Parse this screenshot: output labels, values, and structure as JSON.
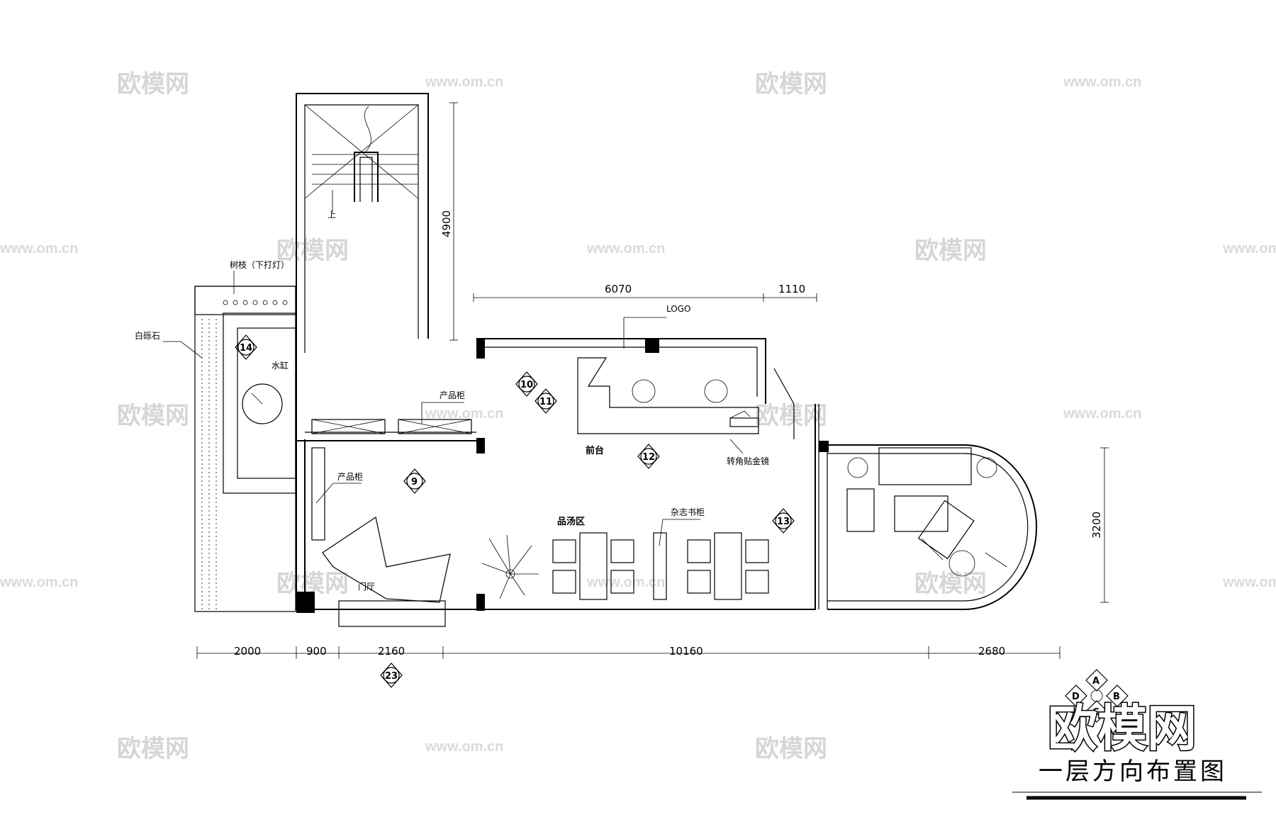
{
  "watermarks": {
    "brand": "欧模网",
    "url": "www.om.cn"
  },
  "title": "一层方向布置图",
  "brand_logo": "欧模网",
  "compass": {
    "north": "A",
    "east": "B",
    "south": "C",
    "west": "D"
  },
  "labels": {
    "stair_up": "上",
    "branch_light": "树枝（下打灯）",
    "white_gravel": "白砾石",
    "water_tank": "水缸",
    "logo": "LOGO",
    "product_cabinet_top": "产品柜",
    "product_cabinet_left": "产品柜",
    "reception": "前台",
    "corner_mirror": "转角贴金镜",
    "tasting_area": "品汤区",
    "magazine_cabinet": "杂志书柜",
    "foyer": "门厅"
  },
  "dimensions": {
    "stair_height": "4900",
    "top_a": "6070",
    "top_b": "1110",
    "right_height": "3200",
    "bottom": [
      "2000",
      "900",
      "2160",
      "10160",
      "2680"
    ]
  },
  "markers": [
    "14",
    "10",
    "11",
    "12",
    "9",
    "13",
    "23"
  ]
}
